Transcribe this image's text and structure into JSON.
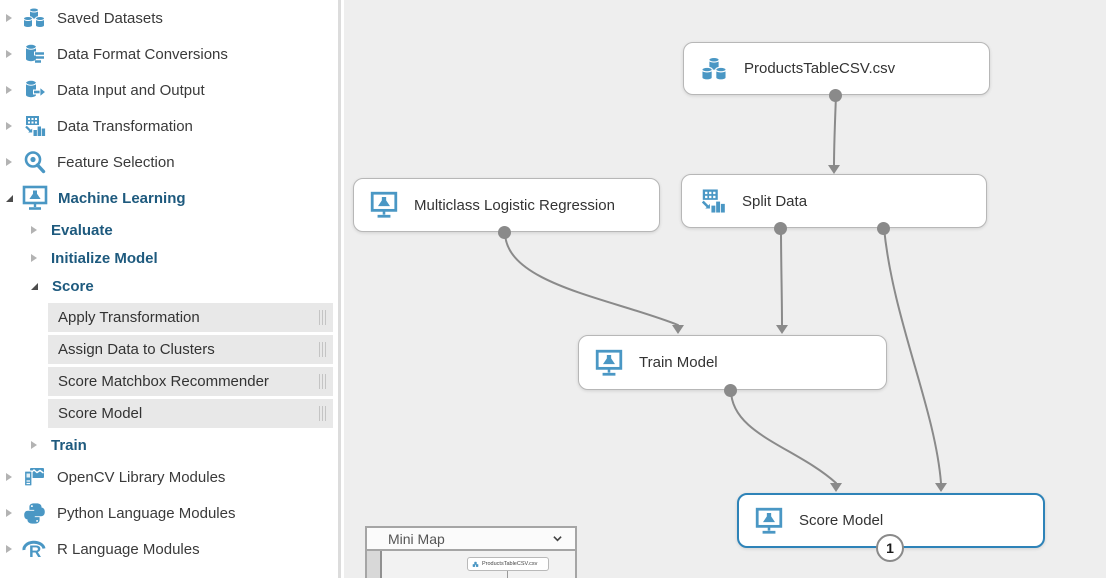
{
  "sidebar": {
    "items": [
      {
        "label": "Saved Datasets",
        "icon": "datasets-icon",
        "state": "collapsed"
      },
      {
        "label": "Data Format Conversions",
        "icon": "format-conversions-icon",
        "state": "collapsed"
      },
      {
        "label": "Data Input and Output",
        "icon": "input-output-icon",
        "state": "collapsed"
      },
      {
        "label": "Data Transformation",
        "icon": "transformation-icon",
        "state": "collapsed"
      },
      {
        "label": "Feature Selection",
        "icon": "feature-selection-icon",
        "state": "collapsed"
      },
      {
        "label": "Machine Learning",
        "icon": "machine-learning-icon",
        "state": "expanded"
      },
      {
        "label": "Evaluate",
        "state": "collapsed"
      },
      {
        "label": "Initialize Model",
        "state": "collapsed"
      },
      {
        "label": "Score",
        "state": "expanded"
      },
      {
        "label": "Apply Transformation",
        "type": "module"
      },
      {
        "label": "Assign Data to Clusters",
        "type": "module"
      },
      {
        "label": "Score Matchbox Recommender",
        "type": "module"
      },
      {
        "label": "Score Model",
        "type": "module"
      },
      {
        "label": "Train",
        "state": "collapsed"
      },
      {
        "label": "OpenCV Library Modules",
        "icon": "opencv-icon",
        "state": "collapsed"
      },
      {
        "label": "Python Language Modules",
        "icon": "python-icon",
        "state": "collapsed"
      },
      {
        "label": "R Language Modules",
        "icon": "r-icon",
        "state": "collapsed"
      }
    ]
  },
  "canvas": {
    "nodes": [
      {
        "label": "ProductsTableCSV.csv",
        "icon": "dataset-icon",
        "selected": false
      },
      {
        "label": "Multiclass Logistic Regression",
        "icon": "ml-module-icon",
        "selected": false
      },
      {
        "label": "Split Data",
        "icon": "split-data-icon",
        "selected": false
      },
      {
        "label": "Train Model",
        "icon": "ml-module-icon",
        "selected": false
      },
      {
        "label": "Score Model",
        "icon": "ml-module-icon",
        "selected": true,
        "badge": "1"
      }
    ],
    "connections": [
      "ProductsTableCSV.csv -> Split Data",
      "Multiclass Logistic Regression -> Train Model (left)",
      "Split Data (left) -> Train Model (right)",
      "Split Data (right) -> Score Model (right)",
      "Train Model -> Score Model (left)"
    ],
    "minimap": {
      "title": "Mini Map",
      "node_label": "ProductsTableCSV.csv"
    }
  },
  "colors": {
    "accent_blue": "#4a97c4",
    "selected_border": "#2e83b8",
    "edge_gray": "#8a8a8a",
    "bold_text_blue": "#1e5a7e",
    "canvas_bg": "#eeeeee",
    "module_row_bg": "#e8e8e8"
  }
}
